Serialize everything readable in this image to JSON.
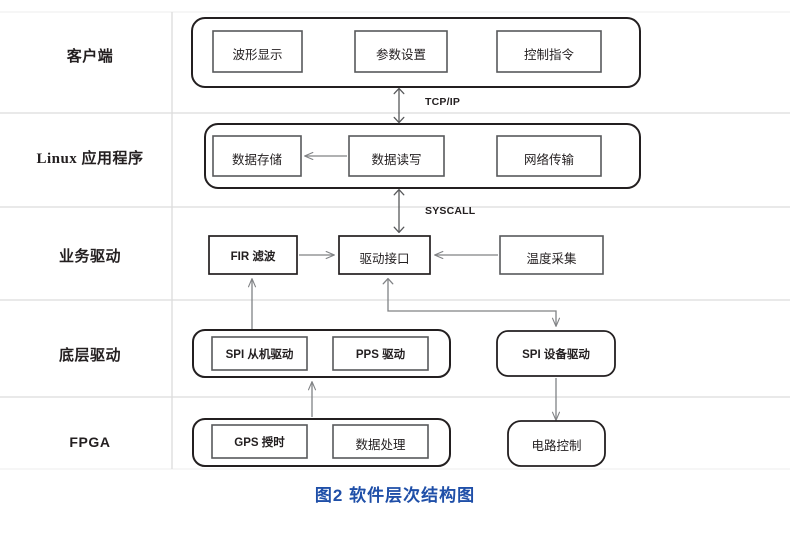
{
  "figure": {
    "caption": "图2  软件层次结构图",
    "caption_color": "#1f4fa8",
    "stroke_color": "#231f20",
    "thin_stroke_color": "#808285",
    "separator_color": "#d9d9d9",
    "background": "#ffffff"
  },
  "layers": [
    {
      "id": "client",
      "label": "客户端",
      "script": "cjk"
    },
    {
      "id": "linuxapp",
      "label": "Linux 应用程序",
      "script": "mixed"
    },
    {
      "id": "service",
      "label": "业务驱动",
      "script": "cjk"
    },
    {
      "id": "lowdrv",
      "label": "底层驱动",
      "script": "cjk"
    },
    {
      "id": "fpga",
      "label": "FPGA",
      "script": "latin"
    }
  ],
  "nodes": {
    "waveform_display": "波形显示",
    "parameter_setting": "参数设置",
    "control_command": "控制指令",
    "data_storage": "数据存储",
    "data_read_write": "数据读写",
    "network_transfer": "网络传输",
    "fir_filter": "FIR 滤波",
    "driver_interface": "驱动接口",
    "temperature_acq": "温度采集",
    "spi_slave_driver": "SPI 从机驱动",
    "pps_driver": "PPS 驱动",
    "spi_device_driver": "SPI 设备驱动",
    "gps_timing": "GPS 授时",
    "data_processing": "数据处理",
    "circuit_control": "电路控制"
  },
  "edges": [
    {
      "id": "tcpip",
      "label": "TCP/IP",
      "from": "client-group",
      "to": "linuxapp-group",
      "style": "bidirectional"
    },
    {
      "id": "syscall",
      "label": "SYSCALL",
      "from": "linuxapp-group",
      "to": "driver-interface",
      "style": "bidirectional"
    },
    {
      "id": "read-to-storage",
      "label": "",
      "from": "data_read_write",
      "to": "data_storage",
      "style": "arrow-left"
    },
    {
      "id": "fir-to-interface",
      "label": "",
      "from": "fir_filter",
      "to": "driver_interface",
      "style": "arrow-right"
    },
    {
      "id": "temp-to-interface",
      "label": "",
      "from": "temperature_acq",
      "to": "driver_interface",
      "style": "arrow-left"
    },
    {
      "id": "spislave-to-fir",
      "label": "",
      "from": "spi_slave_driver",
      "to": "fir_filter",
      "style": "arrow-up"
    },
    {
      "id": "interface-to-spidev",
      "label": "",
      "from": "driver_interface",
      "to": "spi_device_driver",
      "style": "elbow-down"
    },
    {
      "id": "spidev-to-circuit",
      "label": "",
      "from": "spi_device_driver",
      "to": "circuit_control",
      "style": "arrow-down"
    },
    {
      "id": "fpga-to-lowdrv",
      "label": "",
      "from": "fpga-group",
      "to": "lowdrv-group",
      "style": "arrow-up"
    }
  ]
}
